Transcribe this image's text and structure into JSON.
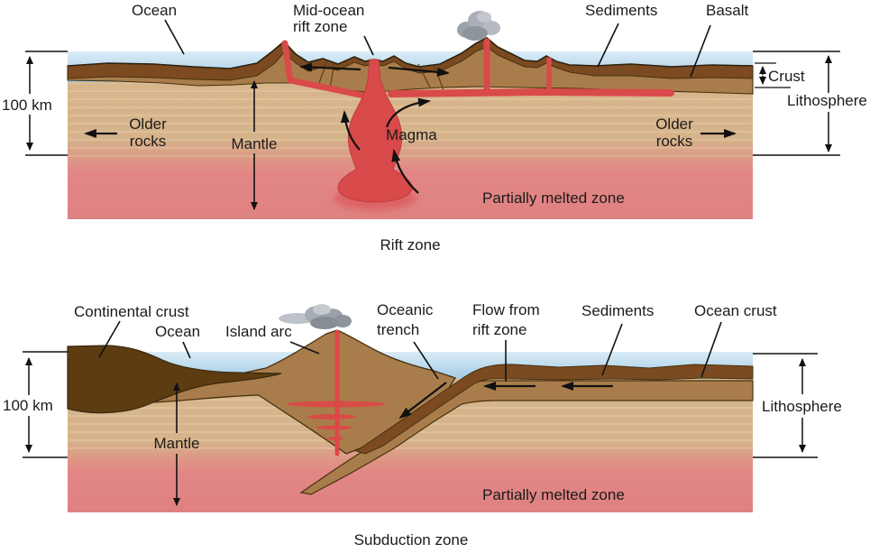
{
  "figure": {
    "description": "Cross-section diagrams of plate tectonic processes",
    "palette": {
      "ocean_blue": "#aecfe7",
      "sediment_brown": "#7b4a21",
      "basalt_brown": "#a97d4b",
      "mantle_tan": "#d8b68c",
      "melted_pink": "#df8181",
      "magma_red": "#d94a4a",
      "continental_brown": "#5e3c12",
      "cloud_gray": "#9aa1a8",
      "ink": "#1d1b19"
    }
  },
  "rift_zone": {
    "caption": "Rift zone",
    "scale_label": "100 km",
    "labels": {
      "ocean": "Ocean",
      "mid_ocean_rift_line1": "Mid-ocean",
      "mid_ocean_rift_line2": "rift zone",
      "sediments": "Sediments",
      "basalt": "Basalt",
      "crust": "Crust",
      "lithosphere": "Lithosphere",
      "older_line1": "Older",
      "older_line2": "rocks",
      "mantle": "Mantle",
      "magma": "Magma",
      "partially_melted": "Partially melted zone"
    }
  },
  "subduction_zone": {
    "caption": "Subduction zone",
    "scale_label": "100 km",
    "labels": {
      "continental_crust": "Continental crust",
      "ocean": "Ocean",
      "island_arc": "Island arc",
      "oceanic_trench_line1": "Oceanic",
      "oceanic_trench_line2": "trench",
      "flow_line1": "Flow from",
      "flow_line2": "rift zone",
      "sediments": "Sediments",
      "ocean_crust": "Ocean crust",
      "lithosphere": "Lithosphere",
      "mantle": "Mantle",
      "partially_melted": "Partially melted zone"
    }
  }
}
